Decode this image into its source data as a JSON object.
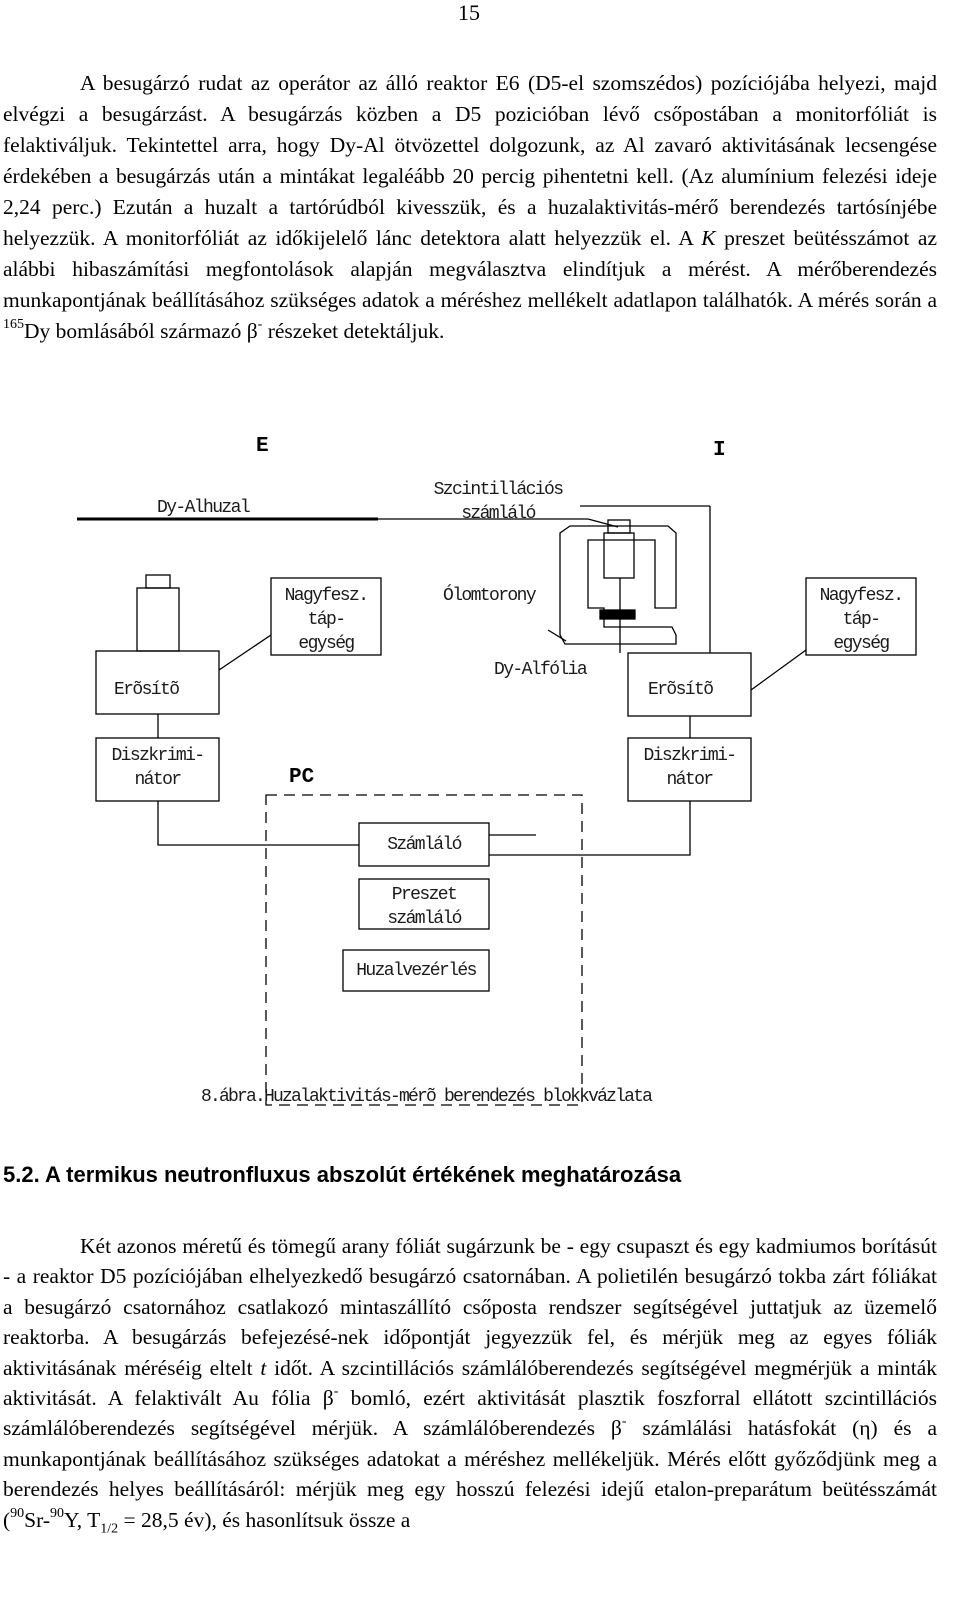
{
  "page_number": "15",
  "paragraph1": {
    "text_a": "A besugárzó rudat az operátor az álló reaktor E6 (D5-el szomszédos) pozíciójába helyezi, majd elvégzi a besugárzást. A besugárzás közben a D5 pozicióban lévő csőpostában a monitorfóliát is felaktiváljuk. Tekintettel arra, hogy Dy-Al ötvözettel dolgozunk, az Al zavaró aktivitásának lecsengése érdekében a besugárzás után a mintákat legaléább 20 percig pihentetni kell. (Az alumínium felezési ideje 2,24 perc.) Ezután a huzalt a tartórúdból kivesszük, és a huzalaktivitás-mérő berendezés tartósínjébe helyezzük. A monitorfóliát az időkijelelő lánc detektora alatt helyezzük el. A ",
    "italic_k": "K",
    "text_b": " preszet beütésszámot az alábbi hibaszámítási megfontolások alapján megválasztva elindítjuk a mérést. A mérőberendezés munkapontjának beállításához szükséges adatok a méréshez mellékelt adatlapon találhatók. A mérés során a ",
    "sup_165": "165",
    "text_c": "Dy bomlásából származó β",
    "sup_minus": "-",
    "text_d": " részeket detektáljuk."
  },
  "diagram": {
    "label_e": "E",
    "label_i": "I",
    "dy_al_huzal": "Dy-Alhuzal",
    "szcintillacios_line1": "Szcintillációs",
    "szcintillacios_line2": "számláló",
    "nagyfesz_left_line1": "Nagyfesz.",
    "nagyfesz_left_line2": "táp-",
    "nagyfesz_left_line3": "egység",
    "olomtorony": "Ólomtorony",
    "nagyfesz_right_line1": "Nagyfesz.",
    "nagyfesz_right_line2": "táp-",
    "nagyfesz_right_line3": "egység",
    "dy_al_folia": "Dy-Alfólia",
    "erosito_left": "Erõsítõ",
    "erosito_right": "Erõsítõ",
    "diszkrim_left_line1": "Diszkrimi-",
    "diszkrim_left_line2": "nátor",
    "diszkrim_right_line1": "Diszkrimi-",
    "diszkrim_right_line2": "nátor",
    "pc": "PC",
    "szamlalo": "Számláló",
    "preszet_line1": "Preszet",
    "preszet_line2": "számláló",
    "huzalvezerles": "Huzalvezérlés",
    "caption": "8.ábra.Huzalaktivitás-mérõ berendezés blokkvázlata"
  },
  "section": {
    "heading": "5.2. A termikus neutronfluxus abszolút értékének meghatározása"
  },
  "paragraph2": {
    "text_a": "Két azonos méretű és tömegű arany fóliát sugárzunk be - egy csupaszt és egy kadmiumos borításút - a reaktor D5 pozíciójában elhelyezkedő besugárzó csatornában. A polietilén besugárzó tokba zárt fóliákat a besugárzó csatornához csatlakozó mintaszállító csőposta rendszer segítségével juttatjuk az üzemelő reaktorba. A besugárzás befejezésé-nek időpontját jegyezzük fel, és mérjük meg az egyes fóliák aktivitásának méréséig eltelt ",
    "italic_t": "t",
    "text_b": " időt. A szcintillációs számlálóberendezés segítségével megmérjük a minták aktivitását. A felaktivált Au fólia β",
    "sup_minus1": "-",
    "text_c": " bomló, ezért aktivitását plasztik foszforral ellátott szcintillációs számlálóberendezés segítségével mérjük. A számlálóberendezés β",
    "sup_minus2": "-",
    "text_d": " számlálási hatásfokát (η) és a munkapontjának beállításához szükséges adatokat a méréshez mellékeljük. Mérés előtt győződjünk meg a berendezés helyes beállításáról: mérjük meg egy hosszú felezési idejű etalon-preparátum beütésszámát (",
    "sup_90a": "90",
    "text_e": "Sr-",
    "sup_90b": "90",
    "text_f": "Y, T",
    "sub_half": "1/2",
    "text_g": " = 28,5 év), és hasonlítsuk össze a"
  }
}
